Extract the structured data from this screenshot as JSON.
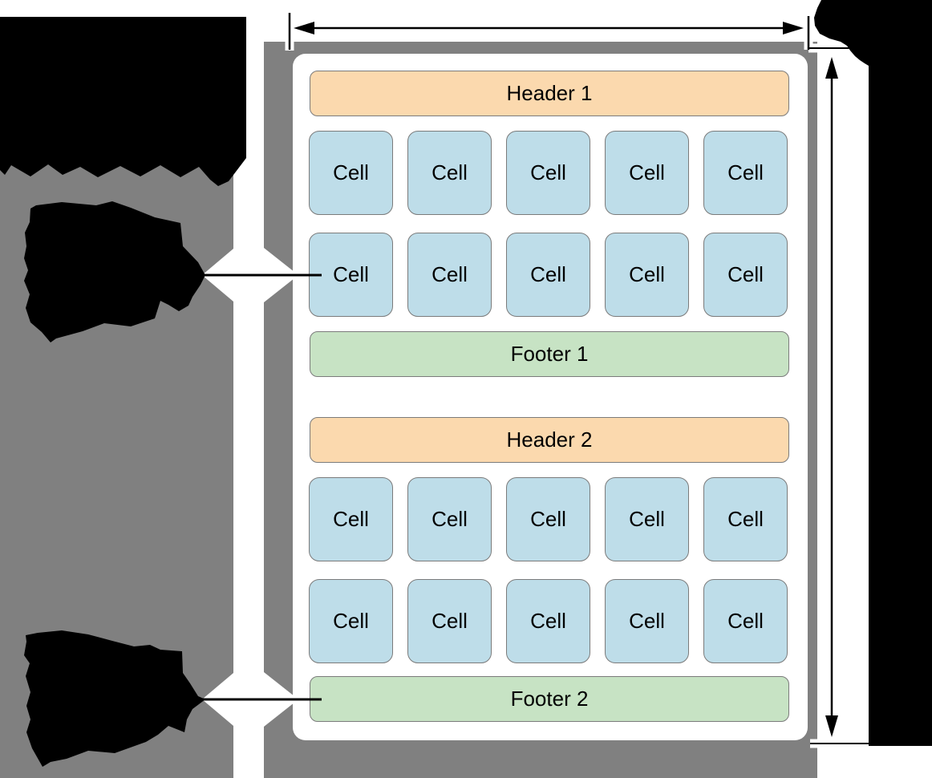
{
  "colors": {
    "background_gray": "#808080",
    "panel_white": "#ffffff",
    "cell_blue": "#bedde9",
    "header_orange": "#fbd9ae",
    "footer_green": "#c7e3c4",
    "border_gray": "#7b7b7b",
    "annotation_black": "#000000",
    "halo_white": "#ffffff"
  },
  "collection_view": {
    "sections": [
      {
        "header_label": "Header 1",
        "footer_label": "Footer 1",
        "cell_label": "Cell",
        "rows": 2,
        "columns": 5
      },
      {
        "header_label": "Header 2",
        "footer_label": "Footer 2",
        "cell_label": "Cell",
        "rows": 2,
        "columns": 5
      }
    ]
  },
  "annotations": {
    "width_arrow": "double-headed horizontal arrow across top",
    "height_arrow": "double-headed vertical arrow along right edge",
    "cell_callout_line": "leader line to first cell of second row, section 1",
    "footer_callout_line": "leader line to Footer 2",
    "redacted_blocks": [
      "top-left text block (blacked out)",
      "middle-left callout bubble (blacked out)",
      "bottom-left callout bubble (blacked out)",
      "top-right text block and right margin column (blacked out)"
    ]
  }
}
